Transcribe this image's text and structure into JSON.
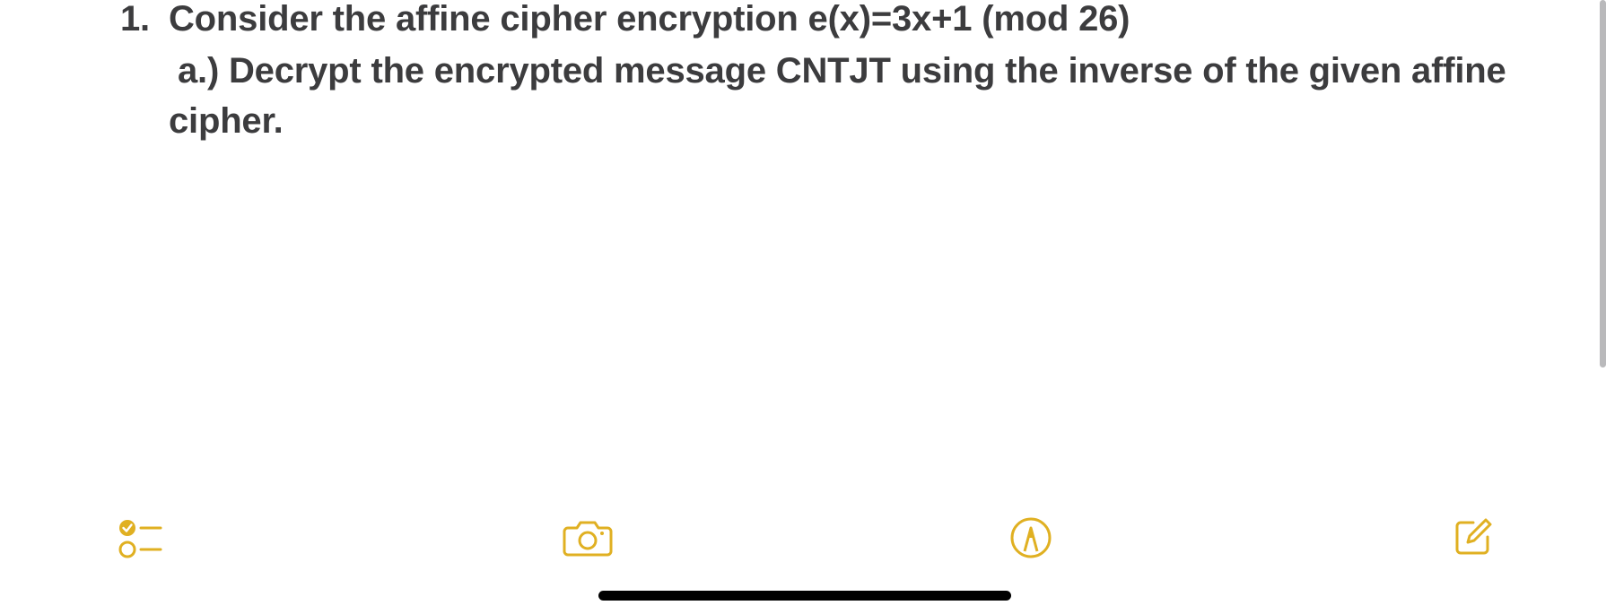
{
  "note": {
    "item_number": "1.",
    "item_text": "Consider the affine cipher encryption e(x)=3x+1 (mod 26)",
    "sub_item_line1": "a.)  Decrypt the encrypted message CNTJT using the inverse of the given affine",
    "sub_item_line2": "cipher."
  },
  "toolbar": {
    "accent_color": "#e0b022",
    "icons": [
      "checklist-icon",
      "camera-icon",
      "markup-icon",
      "compose-icon"
    ]
  }
}
